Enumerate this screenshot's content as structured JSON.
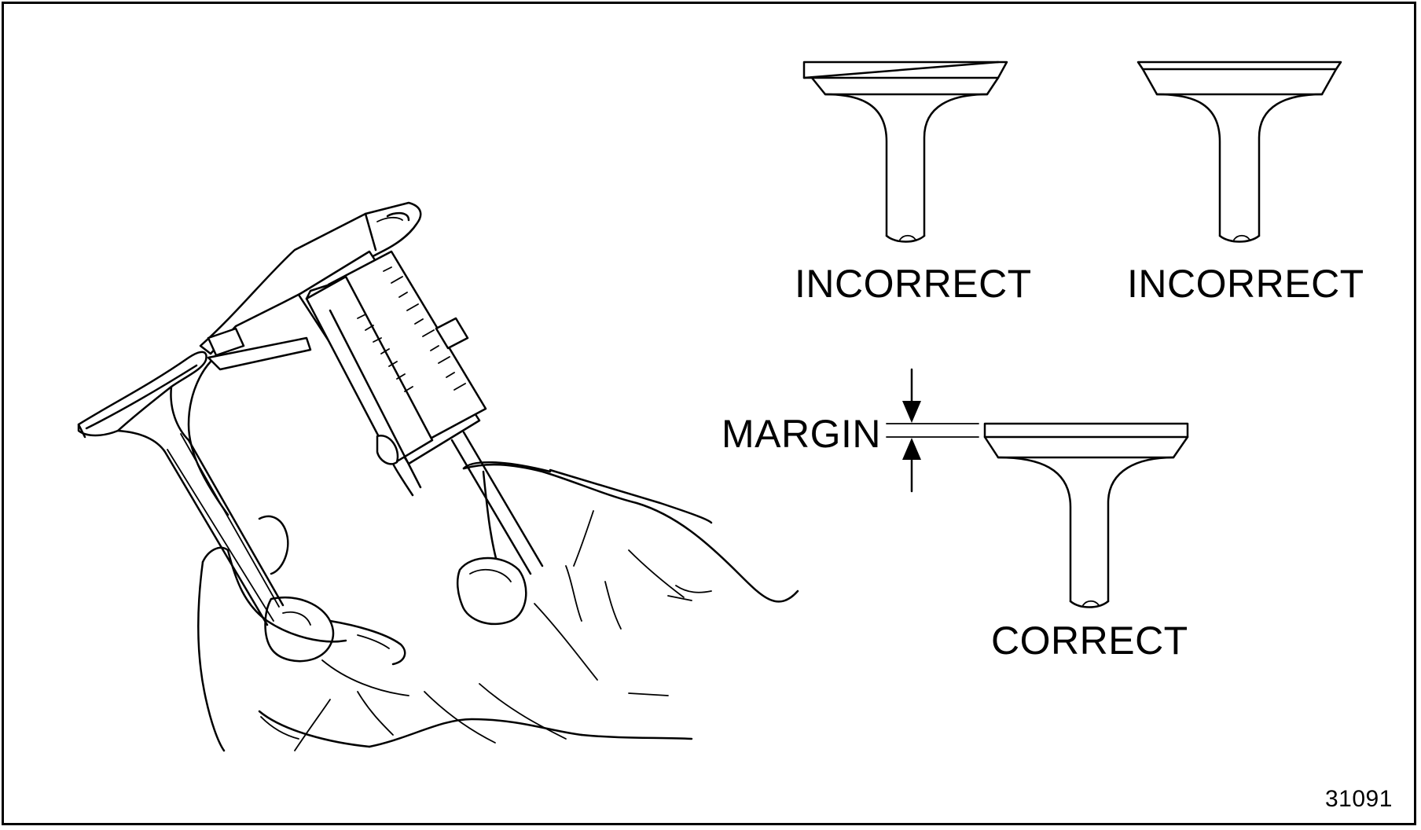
{
  "labels": {
    "incorrect_left": "INCORRECT",
    "incorrect_right": "INCORRECT",
    "margin": "MARGIN",
    "correct": "CORRECT",
    "figure_number": "31091"
  },
  "icons": {
    "caliper_illustration": "hands-holding-vernier-caliper-measuring-valve",
    "valve_incorrect_tapered": "valve-profile-tapered-margin",
    "valve_incorrect_thin": "valve-profile-no-margin",
    "valve_correct": "valve-profile-correct-margin",
    "margin_dimension": "dimension-arrows"
  },
  "colors": {
    "line": "#000000",
    "background": "#ffffff"
  }
}
